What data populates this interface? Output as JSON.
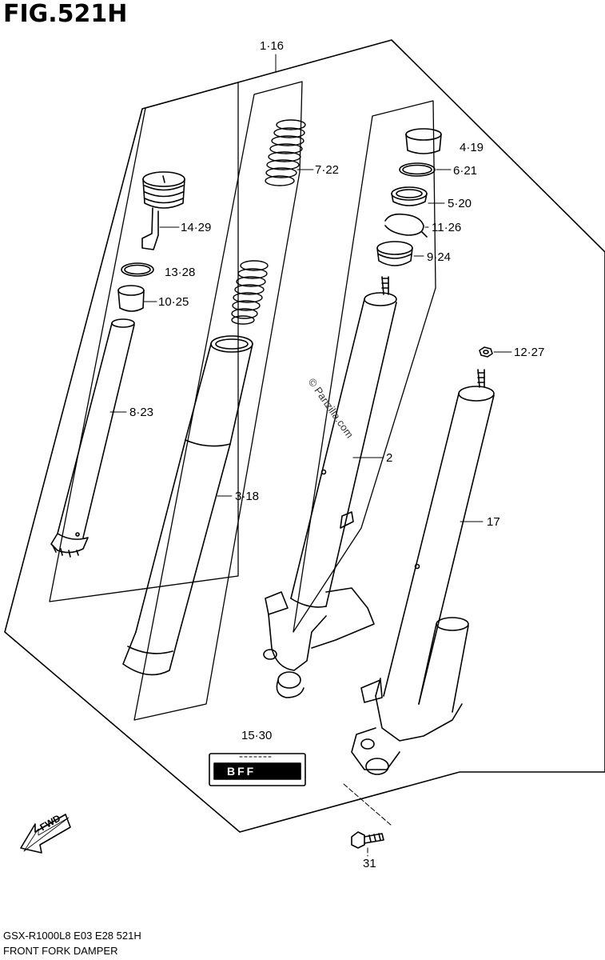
{
  "figure": {
    "title": "FIG.521H",
    "model_line": "GSX-R1000L8  E03  E28  521H",
    "caption": "FRONT FORK DAMPER",
    "watermark": "© Partzilla.com",
    "direction_label": "FWD",
    "kit_label": "BFF"
  },
  "callouts": [
    {
      "id": "1",
      "label": "1·16"
    },
    {
      "id": "4",
      "label": "4·19"
    },
    {
      "id": "6",
      "label": "6·21"
    },
    {
      "id": "7",
      "label": "7·22"
    },
    {
      "id": "5",
      "label": "5·20"
    },
    {
      "id": "11",
      "label": "11·26"
    },
    {
      "id": "14",
      "label": "14·29"
    },
    {
      "id": "9",
      "label": "9·24"
    },
    {
      "id": "13",
      "label": "13·28"
    },
    {
      "id": "10",
      "label": "10·25"
    },
    {
      "id": "12",
      "label": "12·27"
    },
    {
      "id": "8",
      "label": "8·23"
    },
    {
      "id": "2",
      "label": "2"
    },
    {
      "id": "3",
      "label": "3·18"
    },
    {
      "id": "17",
      "label": "17"
    },
    {
      "id": "15",
      "label": "15·30"
    },
    {
      "id": "31",
      "label": "31"
    }
  ]
}
